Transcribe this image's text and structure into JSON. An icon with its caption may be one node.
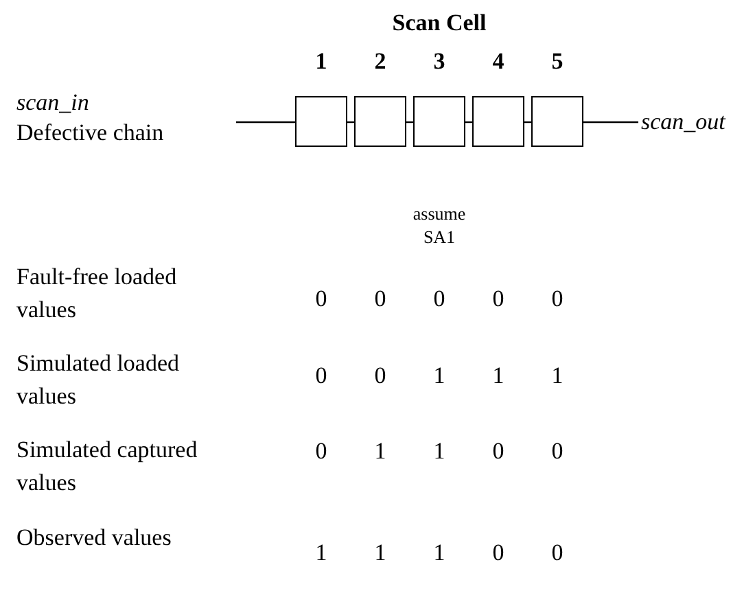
{
  "diagram": {
    "nodes": [
      {
        "text": [],
        "shape": "box"
      },
      {
        "text": [],
        "shape": "box"
      },
      {
        "text": [],
        "shape": "box"
      },
      {
        "text": [],
        "shape": "box"
      },
      {
        "text": [],
        "shape": "box"
      },
      {
        "text": [
          "scan_out"
        ]
      }
    ],
    "edges": [
      {
        "from": null,
        "to": 0,
        "arrow": "none"
      },
      {
        "from": 0,
        "to": 1,
        "arrow": "none"
      },
      {
        "from": 1,
        "to": 2,
        "arrow": "none"
      },
      {
        "from": 2,
        "to": 3,
        "arrow": "none"
      },
      {
        "from": 3,
        "to": 4,
        "arrow": "none"
      },
      {
        "from": 4,
        "to": 5,
        "arrow": "none"
      }
    ],
    "labels": [
      "Scan Cell",
      "1",
      "2",
      "3",
      "4",
      "5",
      "scan_in",
      "Defective chain",
      "assume SA1",
      "Fault-free loaded values",
      "0",
      "0",
      "0",
      "0",
      "0",
      "Simulated loaded values",
      "0",
      "0",
      "1",
      "1",
      "1",
      "Simulated captured values",
      "0",
      "1",
      "1",
      "0",
      "0",
      "Observed values",
      "1",
      "1",
      "1",
      "0",
      "0"
    ]
  }
}
